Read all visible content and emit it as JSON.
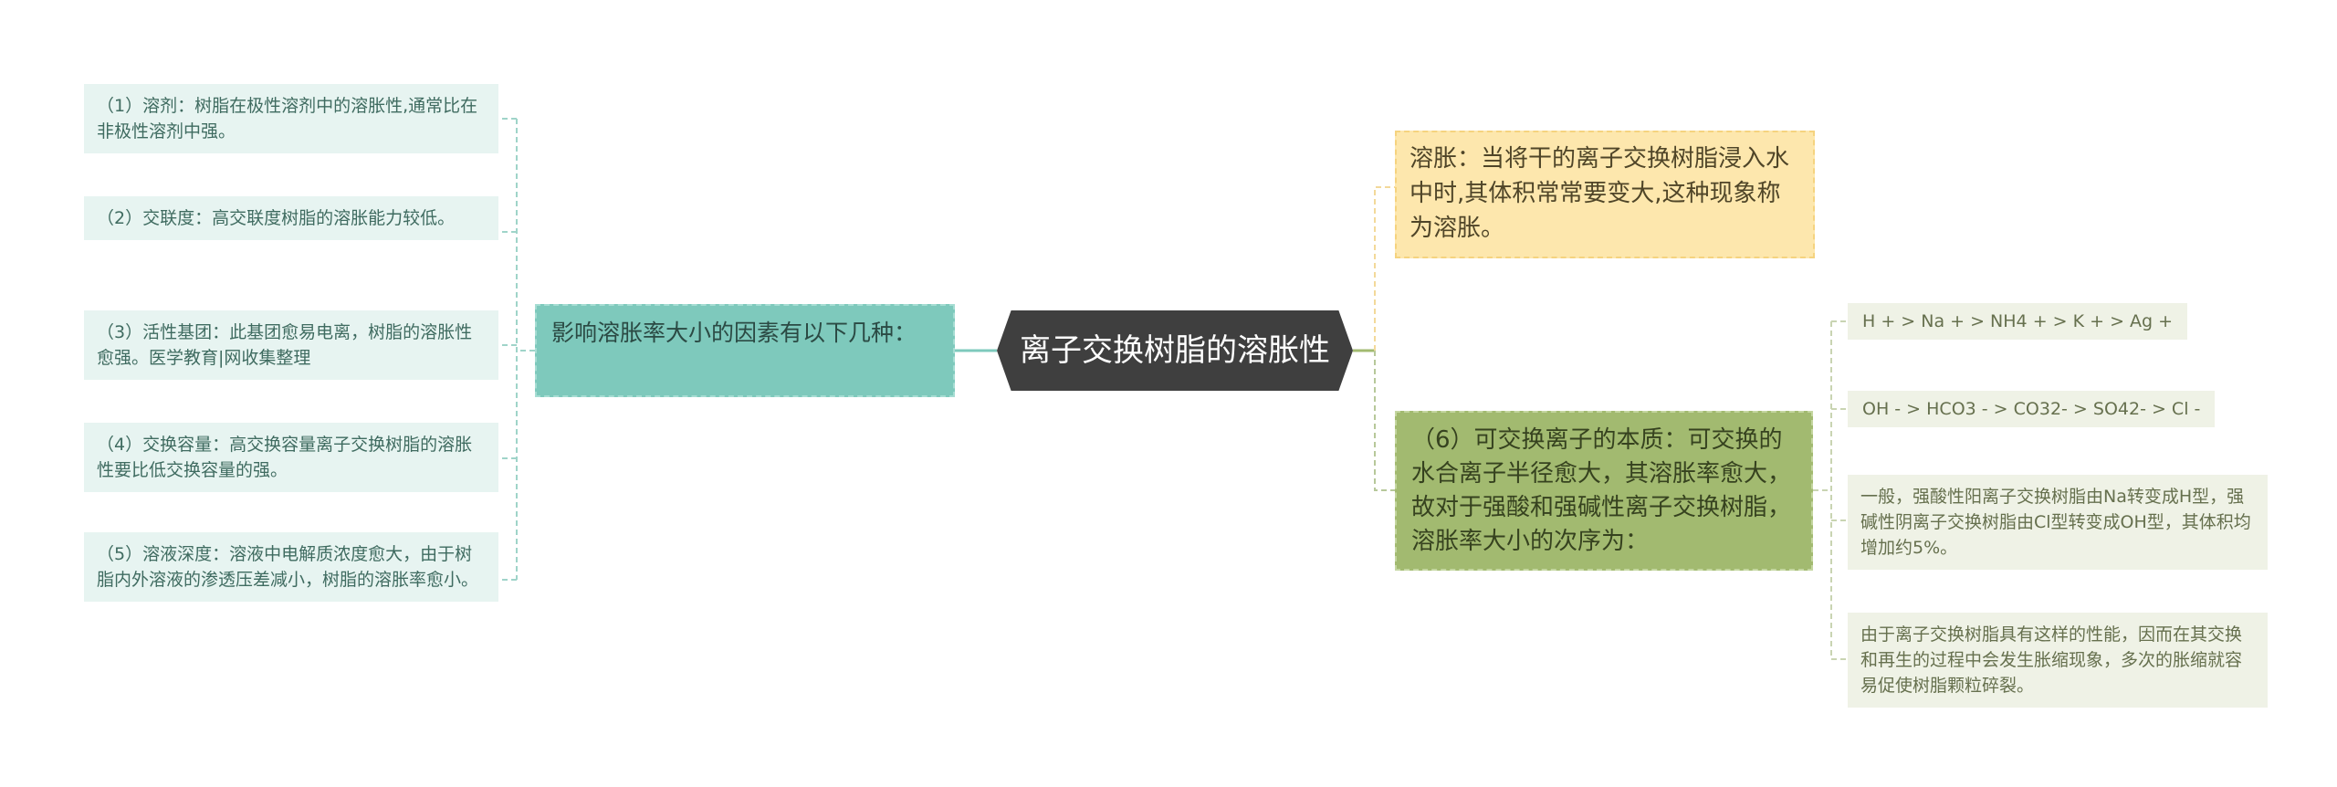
{
  "center": {
    "title": "离子交换树脂的溶胀性"
  },
  "left_branch": {
    "label": "影响溶胀率大小的因素有以下几种：",
    "items": [
      "（1）溶剂：树脂在极性溶剂中的溶胀性,通常比在非极性溶剂中强。",
      "（2）交联度：高交联度树脂的溶胀能力较低。",
      "（3）活性基团：此基团愈易电离，树脂的溶胀性愈强。医学教育|网收集整理",
      "（4）交换容量：高交换容量离子交换树脂的溶胀性要比低交换容量的强。",
      "（5）溶液深度：溶液中电解质浓度愈大，由于树脂内外溶液的渗透压差减小，树脂的溶胀率愈小。"
    ]
  },
  "right_top": {
    "label": "溶胀：当将干的离子交换树脂浸入水中时,其体积常常要变大,这种现象称为溶胀。"
  },
  "right_green": {
    "label": "（6）可交换离子的本质：可交换的水合离子半径愈大，其溶胀率愈大，故对于强酸和强碱性离子交换树脂，溶胀率大小的次序为：",
    "items": [
      "H + > Na + > NH4 + > K + > Ag +",
      "OH - > HCO3 - > CO32- > SO42- > Cl -",
      "一般，强酸性阳离子交换树脂由Na转变成H型，强碱性阴离子交换树脂由Cl型转变成OH型，其体积均增加约5%。",
      "由于离子交换树脂具有这样的性能，因而在其交换和再生的过程中会发生胀缩现象，多次的胀缩就容易促使树脂颗粒碎裂。"
    ]
  },
  "colors": {
    "center_bg": "#3f3f3f",
    "left_branch_bg": "#7ec9bc",
    "left_leaf_bg": "#e7f4f1",
    "top_branch_bg": "#fde7ad",
    "green_branch_bg": "#a2ba70",
    "right_leaf_bg": "#eff2e6",
    "left_line": "#9fd4c9",
    "top_line": "#f3d99a",
    "green_line": "#b7c89a"
  }
}
